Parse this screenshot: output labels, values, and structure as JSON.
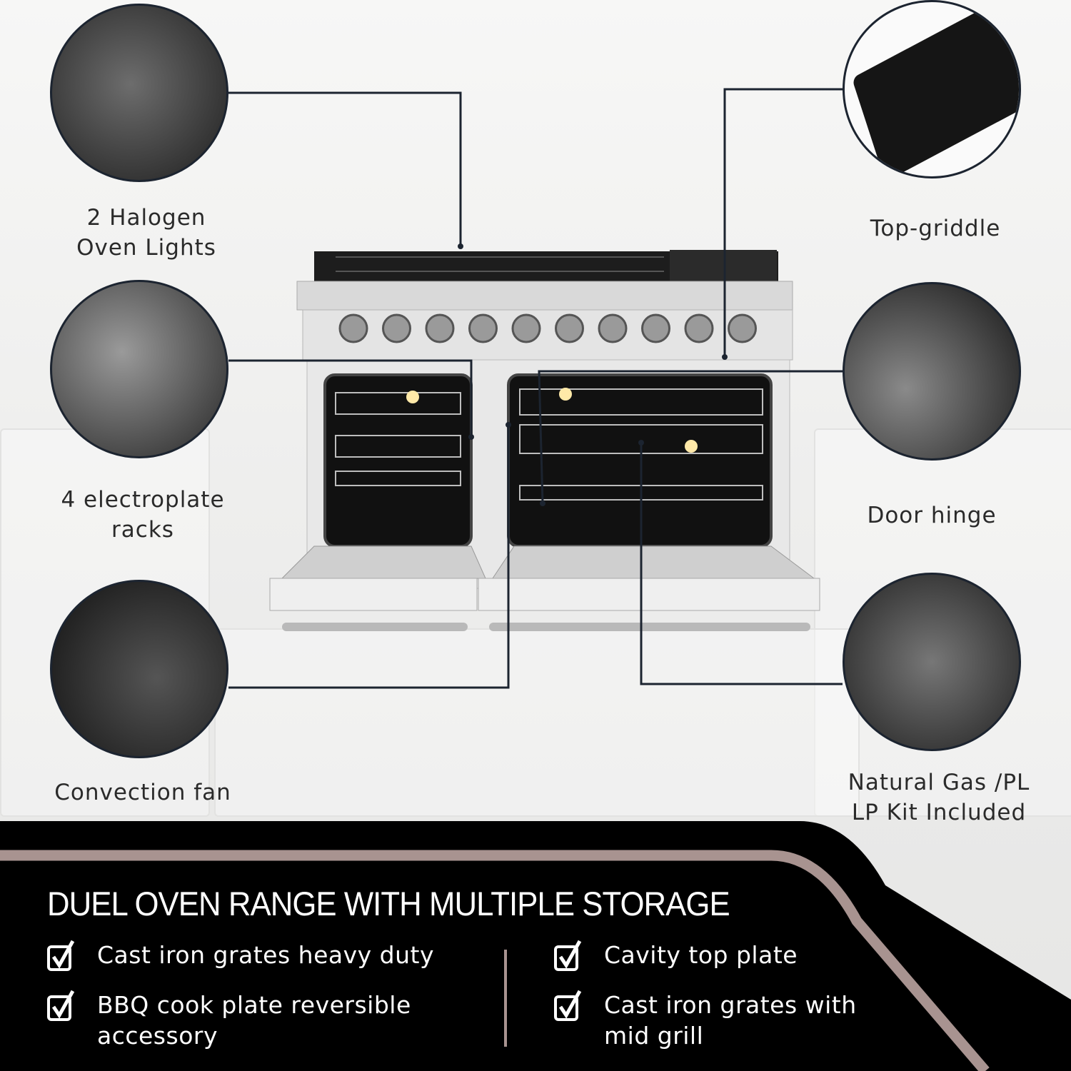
{
  "callouts": {
    "halogen_lights": "2 Halogen\nOven Lights",
    "racks": "4 electroplate\nracks",
    "convection_fan": "Convection fan",
    "top_griddle": "Top-griddle",
    "door_hinge": "Door hinge",
    "gas_kit": "Natural Gas /PL\nLP Kit Included"
  },
  "banner": {
    "title": "DUEL OVEN RANGE WITH MULTIPLE STORAGE",
    "features": [
      "Cast iron grates heavy duty",
      "BBQ cook plate reversible\naccessory",
      "Cavity top plate",
      "Cast iron grates with\nmid grill"
    ]
  },
  "colors": {
    "banner_bg": "#000000",
    "accent_stripe": "#a89390",
    "leader_line": "#1c2430"
  }
}
